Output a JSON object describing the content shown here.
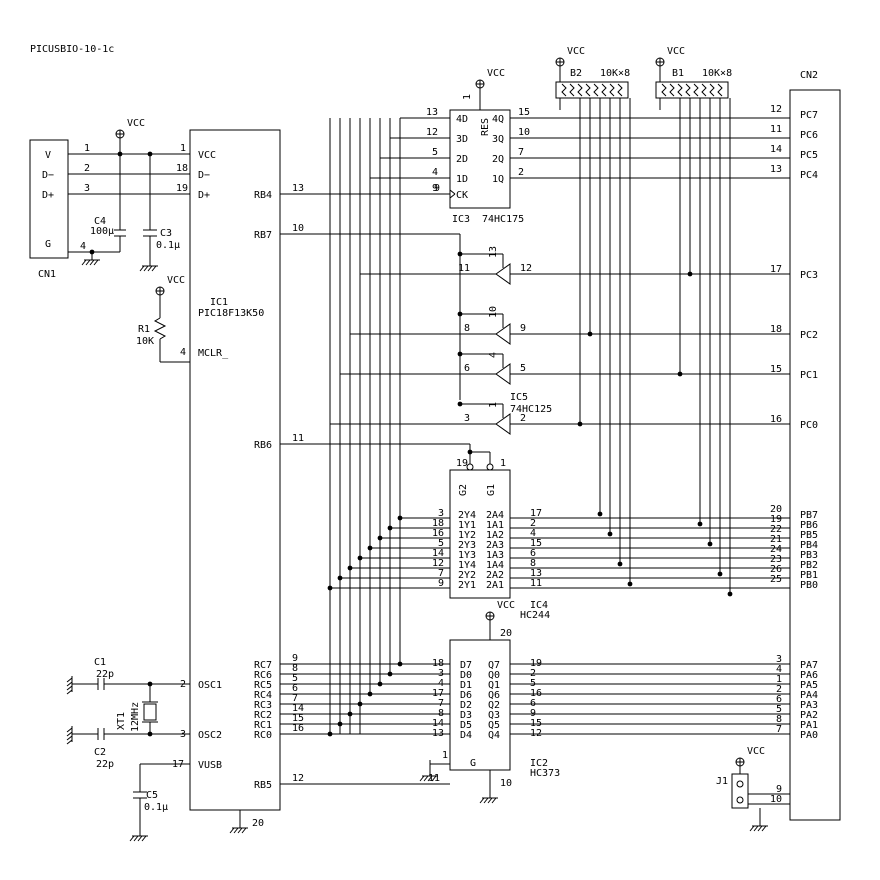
{
  "title": "PICUSBIO-10-1c",
  "vcc": "VCC",
  "cn1": {
    "name": "CN1",
    "pins": [
      {
        "label": "V",
        "num": "1"
      },
      {
        "label": "D−",
        "num": "2"
      },
      {
        "label": "D+",
        "num": "3"
      },
      {
        "label": "G",
        "num": "4"
      }
    ]
  },
  "c4": {
    "name": "C4",
    "value": "100μ"
  },
  "c3": {
    "name": "C3",
    "value": "0.1μ"
  },
  "r1": {
    "name": "R1",
    "value": "10K"
  },
  "ic1": {
    "name": "IC1",
    "part": "PIC18F13K50",
    "left": [
      {
        "label": "VCC",
        "num": "1"
      },
      {
        "label": "D−",
        "num": "18"
      },
      {
        "label": "D+",
        "num": "19"
      },
      {
        "label": "MCLR_",
        "num": "4"
      },
      {
        "label": "OSC1",
        "num": "2"
      },
      {
        "label": "OSC2",
        "num": "3"
      },
      {
        "label": "VUSB",
        "num": "17"
      }
    ],
    "right": [
      {
        "label": "RB4",
        "num": "13"
      },
      {
        "label": "RB7",
        "num": "10"
      },
      {
        "label": "RB6",
        "num": "11"
      },
      {
        "label": "RC7",
        "num": "9"
      },
      {
        "label": "RC6",
        "num": "8"
      },
      {
        "label": "RC5",
        "num": "5"
      },
      {
        "label": "RC4",
        "num": "6"
      },
      {
        "label": "RC3",
        "num": "7"
      },
      {
        "label": "RC2",
        "num": "14"
      },
      {
        "label": "RC1",
        "num": "15"
      },
      {
        "label": "RC0",
        "num": "16"
      },
      {
        "label": "RB5",
        "num": "12"
      }
    ],
    "gnd_pin": "20"
  },
  "ic3": {
    "name": "IC3",
    "part": "74HC175",
    "res": "RES",
    "res_pin": "1",
    "d": [
      {
        "label": "4D",
        "num": "13"
      },
      {
        "label": "3D",
        "num": "12"
      },
      {
        "label": "2D",
        "num": "5"
      },
      {
        "label": "1D",
        "num": "4"
      },
      {
        "label": "CK",
        "num": "9"
      }
    ],
    "q": [
      {
        "label": "4Q",
        "num": "15"
      },
      {
        "label": "3Q",
        "num": "10"
      },
      {
        "label": "2Q",
        "num": "7"
      },
      {
        "label": "1Q",
        "num": "2"
      }
    ]
  },
  "ic5": {
    "name": "IC5",
    "part": "74HC125",
    "buffers": [
      {
        "out": "11",
        "inp": "12",
        "en": "13"
      },
      {
        "out": "8",
        "inp": "9",
        "en": "10"
      },
      {
        "out": "6",
        "inp": "5",
        "en": "4"
      },
      {
        "out": "3",
        "inp": "2",
        "en": "1"
      }
    ]
  },
  "ic4": {
    "name": "IC4",
    "part": "HC244",
    "g2": "G2",
    "g1": "G1",
    "g2_pin": "19",
    "g1_pin": "1",
    "rows": [
      {
        "y": "2Y4",
        "yn": "3",
        "a": "2A4",
        "an": "17"
      },
      {
        "y": "1Y1",
        "yn": "18",
        "a": "1A1",
        "an": "2"
      },
      {
        "y": "1Y2",
        "yn": "16",
        "a": "1A2",
        "an": "4"
      },
      {
        "y": "2Y3",
        "yn": "5",
        "a": "2A3",
        "an": "15"
      },
      {
        "y": "1Y3",
        "yn": "14",
        "a": "1A3",
        "an": "6"
      },
      {
        "y": "1Y4",
        "yn": "12",
        "a": "1A4",
        "an": "8"
      },
      {
        "y": "2Y2",
        "yn": "7",
        "a": "2A2",
        "an": "13"
      },
      {
        "y": "2Y1",
        "yn": "9",
        "a": "2A1",
        "an": "11"
      }
    ]
  },
  "ic2": {
    "name": "IC2",
    "part": "HC373",
    "vcc_pin": "20",
    "g": "G",
    "g_pin": "11",
    "oc_pin": "1",
    "gnd_pin": "10",
    "rows": [
      {
        "d": "D7",
        "dn": "18",
        "q": "Q7",
        "qn": "19"
      },
      {
        "d": "D0",
        "dn": "3",
        "q": "Q0",
        "qn": "2"
      },
      {
        "d": "D1",
        "dn": "4",
        "q": "Q1",
        "qn": "5"
      },
      {
        "d": "D6",
        "dn": "17",
        "q": "Q6",
        "qn": "16"
      },
      {
        "d": "D2",
        "dn": "7",
        "q": "Q2",
        "qn": "6"
      },
      {
        "d": "D3",
        "dn": "8",
        "q": "Q3",
        "qn": "9"
      },
      {
        "d": "D5",
        "dn": "14",
        "q": "Q5",
        "qn": "15"
      },
      {
        "d": "D4",
        "dn": "13",
        "q": "Q4",
        "qn": "12"
      }
    ]
  },
  "b2": {
    "name": "B2",
    "value": "10K×8"
  },
  "b1": {
    "name": "B1",
    "value": "10K×8"
  },
  "cn2": {
    "name": "CN2",
    "pins": [
      {
        "label": "PC7",
        "num": "12"
      },
      {
        "label": "PC6",
        "num": "11"
      },
      {
        "label": "PC5",
        "num": "14"
      },
      {
        "label": "PC4",
        "num": "13"
      },
      {
        "label": "PC3",
        "num": "17"
      },
      {
        "label": "PC2",
        "num": "18"
      },
      {
        "label": "PC1",
        "num": "15"
      },
      {
        "label": "PC0",
        "num": "16"
      },
      {
        "label": "PB7",
        "num": "20"
      },
      {
        "label": "PB6",
        "num": "19"
      },
      {
        "label": "PB5",
        "num": "22"
      },
      {
        "label": "PB4",
        "num": "21"
      },
      {
        "label": "PB3",
        "num": "24"
      },
      {
        "label": "PB2",
        "num": "23"
      },
      {
        "label": "PB1",
        "num": "26"
      },
      {
        "label": "PB0",
        "num": "25"
      },
      {
        "label": "PA7",
        "num": "3"
      },
      {
        "label": "PA6",
        "num": "4"
      },
      {
        "label": "PA5",
        "num": "1"
      },
      {
        "label": "PA4",
        "num": "2"
      },
      {
        "label": "PA3",
        "num": "6"
      },
      {
        "label": "PA2",
        "num": "5"
      },
      {
        "label": "PA1",
        "num": "8"
      },
      {
        "label": "PA0",
        "num": "7"
      },
      {
        "num": "9"
      },
      {
        "num": "10"
      }
    ]
  },
  "c1": {
    "name": "C1",
    "value": "22p"
  },
  "c2": {
    "name": "C2",
    "value": "22p"
  },
  "xt1": {
    "name": "XT1",
    "value": "12MHz"
  },
  "c5": {
    "name": "C5",
    "value": "0.1μ"
  },
  "j1": {
    "name": "J1"
  }
}
